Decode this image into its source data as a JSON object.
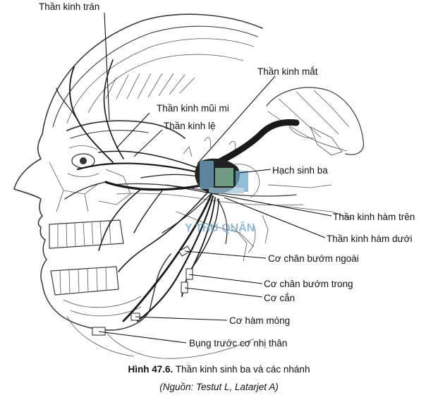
{
  "labels": {
    "than_kinh_tran": "Thần kinh trán",
    "than_kinh_mat": "Thần kinh mắt",
    "than_kinh_mui_mi": "Thần kinh mũi mi",
    "than_kinh_le": "Thần kinh lệ",
    "hach_sinh_ba": "Hạch sinh ba",
    "than_kinh_ham_tren": "Thần kinh hàm trên",
    "than_kinh_ham_duoi": "Thần kinh hàm dưới",
    "co_chan_buom_ngoai": "Cơ chân bướm ngoài",
    "co_chan_buom_trong": "Cơ chân bướm trong",
    "co_can": "Cơ cắn",
    "co_ham_mong": "Cơ hàm móng",
    "bung_truoc_co_nhi_than": "Bụng trước cơ nhị thân"
  },
  "watermark": "Y THỦ QUÂN",
  "caption": {
    "prefix": "Hình 47.6.",
    "text": " Thần kinh sinh ba và các nhánh",
    "source": "(Nguồn: Testut L, Latarjet A)"
  }
}
